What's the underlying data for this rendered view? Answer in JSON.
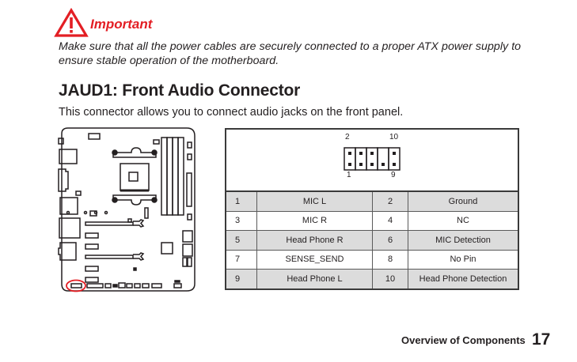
{
  "important": {
    "icon": "warning-triangle-icon",
    "label": "Important",
    "color": "#e31e24",
    "text": "Make sure that all the power cables are securely connected to a proper ATX power supply to ensure stable operation of the motherboard."
  },
  "section": {
    "title": "JAUD1: Front Audio Connector",
    "description": "This connector allows you to connect audio jacks on the front panel."
  },
  "motherboard": {
    "highlight_color": "#e31e24",
    "highlight_label": "JAUD1 location"
  },
  "connector_diagram": {
    "top_left_label": "2",
    "top_right_label": "10",
    "bottom_left_label": "1",
    "bottom_right_label": "9"
  },
  "pin_table": {
    "rows": [
      {
        "pin_a": "1",
        "signal_a": "MIC L",
        "pin_b": "2",
        "signal_b": "Ground",
        "shaded": true
      },
      {
        "pin_a": "3",
        "signal_a": "MIC R",
        "pin_b": "4",
        "signal_b": "NC",
        "shaded": false
      },
      {
        "pin_a": "5",
        "signal_a": "Head Phone R",
        "pin_b": "6",
        "signal_b": "MIC Detection",
        "shaded": true
      },
      {
        "pin_a": "7",
        "signal_a": "SENSE_SEND",
        "pin_b": "8",
        "signal_b": "No Pin",
        "shaded": false
      },
      {
        "pin_a": "9",
        "signal_a": "Head Phone L",
        "pin_b": "10",
        "signal_b": "Head Phone Detection",
        "shaded": true
      }
    ]
  },
  "footer": {
    "section_name": "Overview of Components",
    "page_number": "17"
  }
}
